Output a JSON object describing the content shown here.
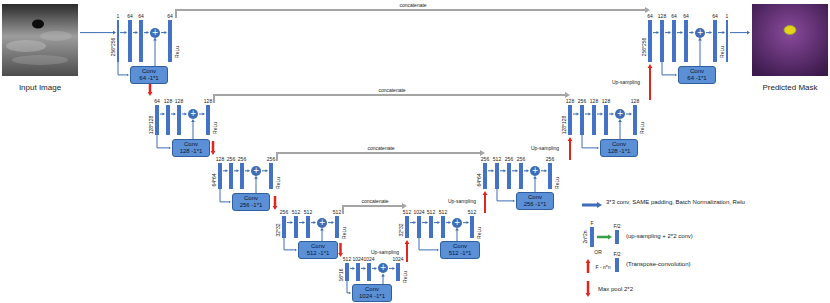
{
  "diagram": {
    "nodes": [
      {
        "text": [
          "+"
        ]
      },
      {
        "text": [
          "Conv",
          "64 -1*1"
        ]
      },
      {
        "text": [
          "+"
        ]
      },
      {
        "text": [
          "Conv",
          "128 -1*1"
        ]
      },
      {
        "text": [
          "+"
        ]
      },
      {
        "text": [
          "Conv",
          "256 -1*1"
        ]
      },
      {
        "text": [
          "+"
        ]
      },
      {
        "text": [
          "Conv",
          "512 -1*1"
        ]
      },
      {
        "text": [
          "+"
        ]
      },
      {
        "text": [
          "Conv",
          "1024 -1*1"
        ]
      },
      {
        "text": [
          "+"
        ]
      },
      {
        "text": [
          "Conv",
          "512 -1*1"
        ]
      },
      {
        "text": [
          "+"
        ]
      },
      {
        "text": [
          "Conv",
          "256 -1*1"
        ]
      },
      {
        "text": [
          "+"
        ]
      },
      {
        "text": [
          "Conv",
          "128 -1*1"
        ]
      },
      {
        "text": [
          "+"
        ]
      },
      {
        "text": [
          "Conv",
          "64 -1*1"
        ]
      }
    ],
    "edges": [
      {
        "from": 1,
        "to": 0,
        "arrow": "to"
      },
      {
        "from": 3,
        "to": 2,
        "arrow": "to"
      },
      {
        "from": 5,
        "to": 4,
        "arrow": "to"
      },
      {
        "from": 7,
        "to": 6,
        "arrow": "to"
      },
      {
        "from": 9,
        "to": 8,
        "arrow": "to"
      },
      {
        "from": 11,
        "to": 10,
        "arrow": "to"
      },
      {
        "from": 13,
        "to": 12,
        "arrow": "to"
      },
      {
        "from": 15,
        "to": 14,
        "arrow": "to"
      },
      {
        "from": 17,
        "to": 16,
        "arrow": "to"
      }
    ],
    "labels": [
      "Input Image",
      "Predicted Mask",
      "concatenate",
      "concatenate",
      "concatenate",
      "concatenate",
      "256*256",
      "1",
      "64",
      "64",
      "64",
      "ReLu",
      "128*128",
      "64",
      "128",
      "128",
      "128",
      "ReLu",
      "64*64",
      "128",
      "256",
      "256",
      "256",
      "ReLu",
      "32*32",
      "256",
      "512",
      "512",
      "512",
      "ReLu",
      "16*16",
      "512",
      "1024",
      "1024",
      "1024",
      "ReLu",
      "32*32",
      "512",
      "1024",
      "512",
      "512",
      "512",
      "ReLu",
      "64*64",
      "256",
      "512",
      "256",
      "256",
      "256",
      "ReLu",
      "128*128",
      "128",
      "256",
      "128",
      "128",
      "128",
      "ReLu",
      "256*256",
      "64",
      "128",
      "64",
      "64",
      "64",
      "1",
      "ReLu",
      "Up-sampling",
      "Up-sampling",
      "Up-sampling",
      "Up-sampling",
      "F",
      "F/2",
      "2n*2n",
      "OR",
      "F - n*n",
      "F/2"
    ],
    "legend": [
      {
        "text": "3*3 conv, SAME padding, Batch Normalization, Relu"
      },
      {
        "text": "(up-sampling + 2*2 conv)"
      },
      {
        "text": "(Transpose-convolution)"
      },
      {
        "text": "Max pool 2*2"
      }
    ]
  }
}
